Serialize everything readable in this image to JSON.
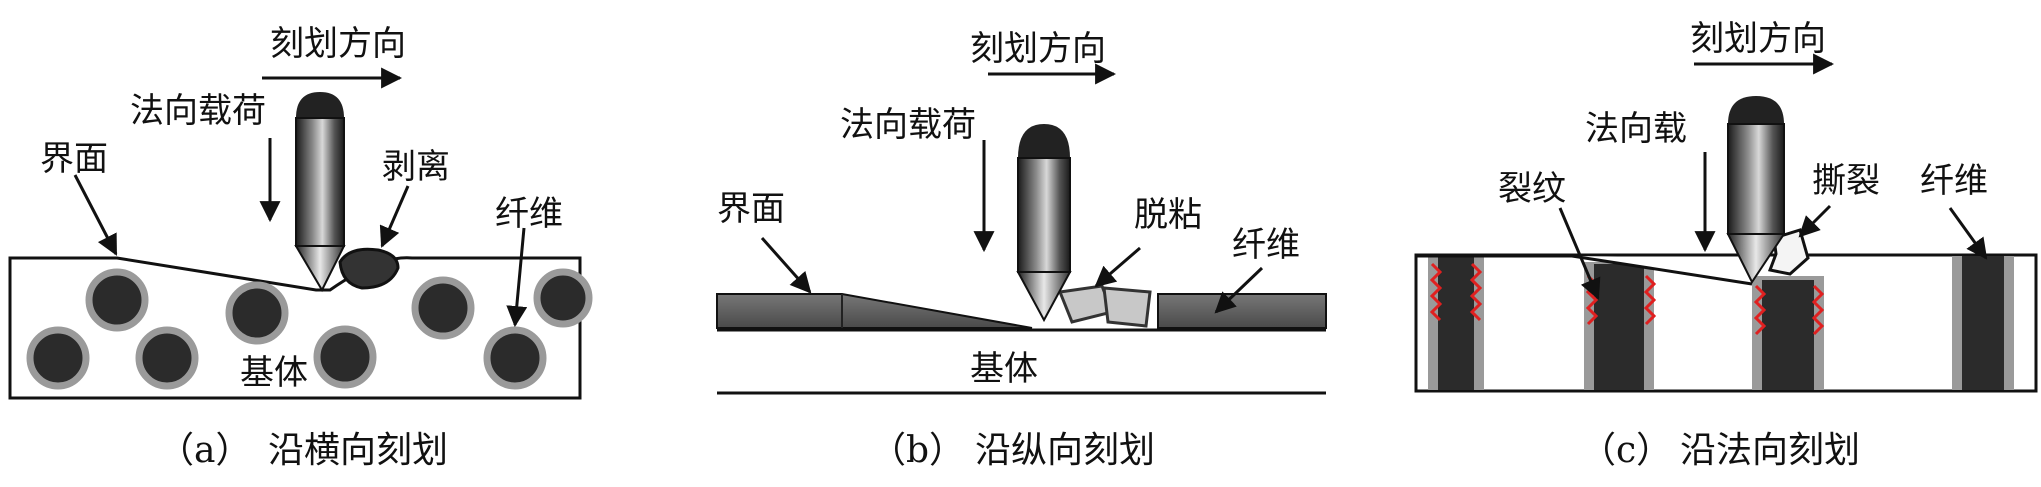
{
  "panel_a": {
    "direction": "刻划方向",
    "load": "法向载荷",
    "interface": "界面",
    "peel": "剥离",
    "fiber": "纤维",
    "matrix": "基体",
    "caption_tag": "（a）",
    "caption_text": "沿横向刻划"
  },
  "panel_b": {
    "direction": "刻划方向",
    "load": "法向载荷",
    "interface": "界面",
    "debond": "脱粘",
    "fiber": "纤维",
    "matrix": "基体",
    "caption_tag": "（b）",
    "caption_text": "沿纵向刻划"
  },
  "panel_c": {
    "direction": "刻划方向",
    "load": "法向载",
    "crack": "裂纹",
    "tear": "撕裂",
    "fiber": "纤维",
    "caption_tag": "（c）",
    "caption_text": "沿法向刻划"
  },
  "colors": {
    "fiber_core": "#2b2b2b",
    "fiber_ring": "#9a9a9a",
    "crack": "#e02020"
  }
}
